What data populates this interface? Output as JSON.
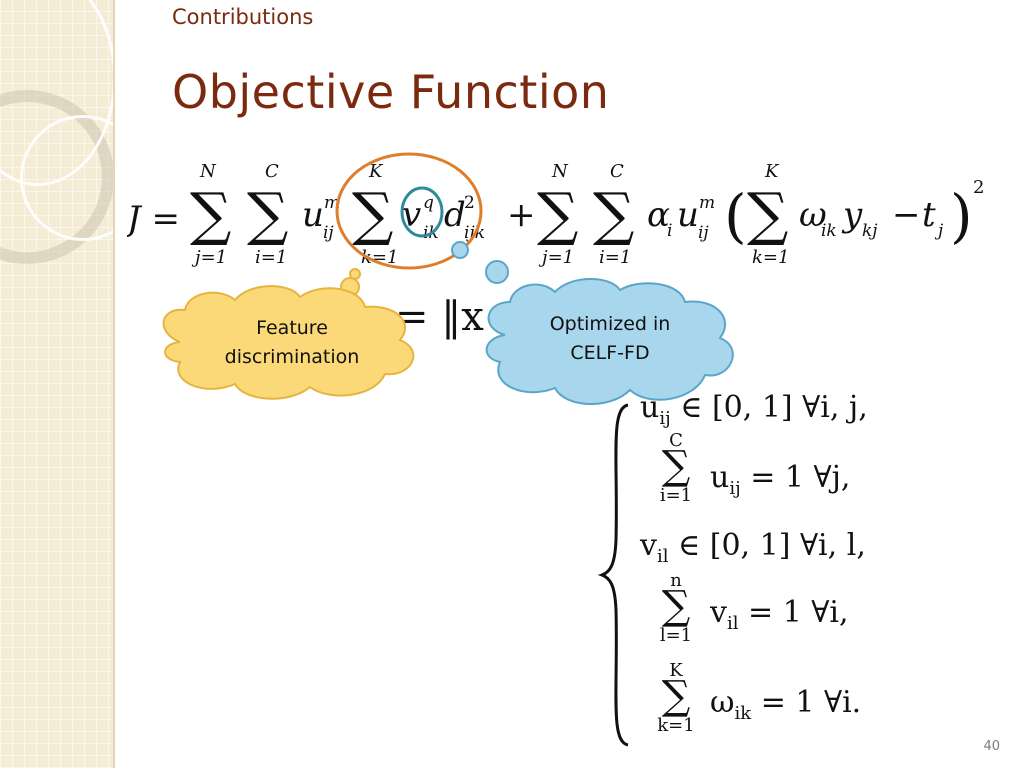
{
  "slide": {
    "section": "Contributions",
    "title": "Objective Function",
    "page_number": "40"
  },
  "equation": {
    "lhs": "J =",
    "term1": {
      "sum1_upper": "N",
      "sum1_lower": "j=1",
      "sum2_upper": "C",
      "sum2_lower": "i=1",
      "u_factor": "u",
      "u_sup": "m",
      "u_sub": "ij",
      "sum3_upper": "K",
      "sum3_lower": "k=1",
      "v_factor": "v",
      "v_sup": "q",
      "v_sub": "ik",
      "d_factor": "d",
      "d_sup": "2",
      "d_sub": "ijk"
    },
    "plus": "+",
    "term2": {
      "sum1_upper": "N",
      "sum1_lower": "j=1",
      "sum2_upper": "C",
      "sum2_lower": "i=1",
      "alpha": "α",
      "alpha_sub": "i",
      "u_factor": "u",
      "u_sup": "m",
      "u_sub": "ij",
      "lparen": "(",
      "sum3_upper": "K",
      "sum3_lower": "k=1",
      "omega": "ω",
      "omega_sub": "ik",
      "y_factor": "y",
      "y_sub": "kj",
      "minus": "−",
      "t_factor": "t",
      "t_sub": "j",
      "rparen": ")",
      "square": "2"
    },
    "fragment": "= ‖x"
  },
  "constraints": {
    "c1": "u",
    "c1_sub": "ij",
    "c1_rest": "∈ [0, 1] ∀i, j,",
    "c2_upper": "C",
    "c2_sum": "∑",
    "c2_lower": "i=1",
    "c2_body": "u",
    "c2_sub": "ij",
    "c2_rest": "= 1 ∀j,",
    "c3": "v",
    "c3_sub": "il",
    "c3_rest": "∈ [0, 1] ∀i, l,",
    "c4_upper": "n",
    "c4_sum": "∑",
    "c4_lower": "l=1",
    "c4_body": "v",
    "c4_sub": "il",
    "c4_rest": "= 1 ∀i,",
    "c5_upper": "K",
    "c5_sum": "∑",
    "c5_lower": "k=1",
    "c5_body": "ω",
    "c5_sub": "ik",
    "c5_rest": "= 1 ∀i."
  },
  "callouts": {
    "feature": {
      "line1": "Feature",
      "line2": "discrimination"
    },
    "optimized": {
      "line1": "Optimized in",
      "line2": "CELF-FD"
    }
  },
  "colors": {
    "title": "#7b2a0f",
    "orange_circle": "#e07d2a",
    "teal_circle": "#2f8a9c",
    "yellow_cloud": "#fbd978",
    "blue_cloud": "#a8d6ec"
  }
}
